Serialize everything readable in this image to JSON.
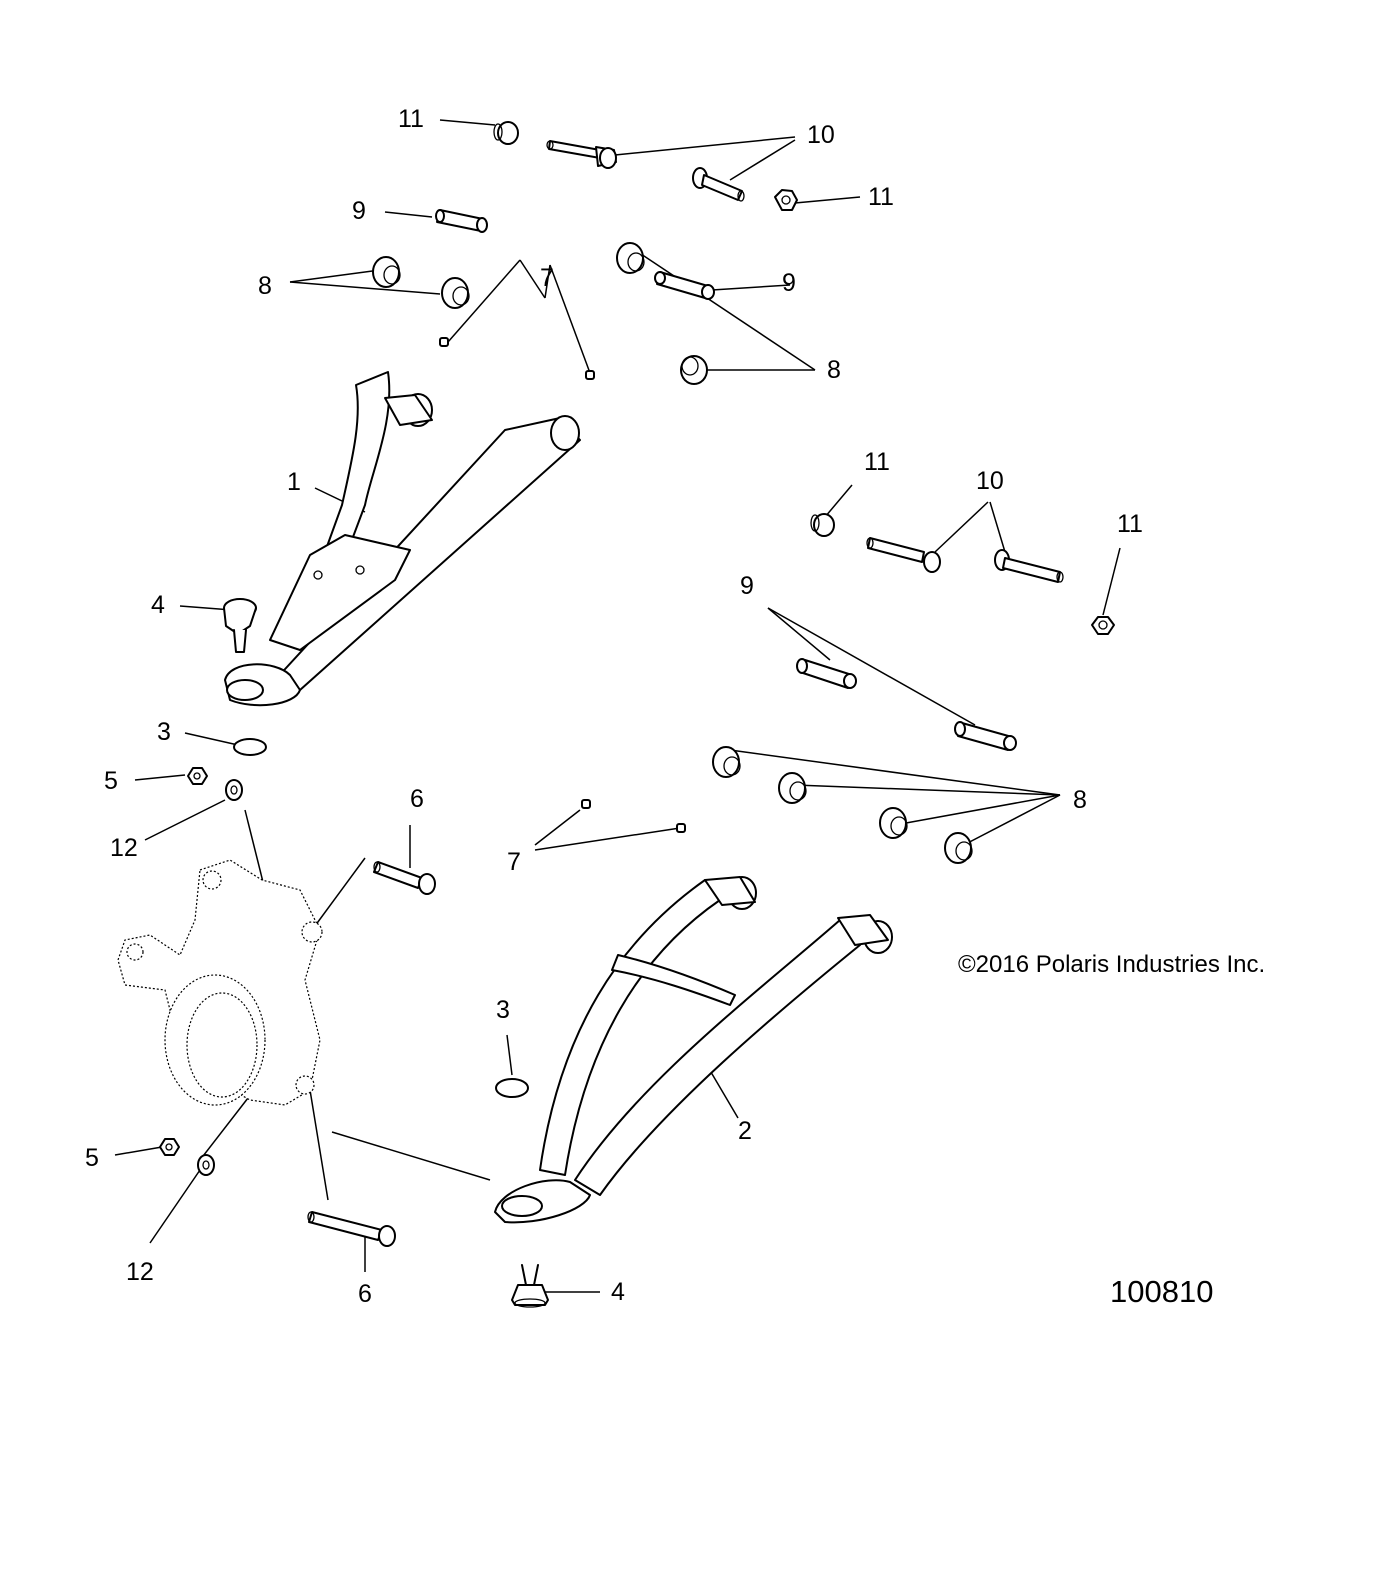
{
  "diagram": {
    "copyright": "©2016 Polaris Industries Inc.",
    "figure_number": "100810",
    "callouts": [
      {
        "id": "c11a",
        "label": "11"
      },
      {
        "id": "c10a",
        "label": "10"
      },
      {
        "id": "c11b",
        "label": "11"
      },
      {
        "id": "c9a",
        "label": "9"
      },
      {
        "id": "c8a",
        "label": "8"
      },
      {
        "id": "c7a",
        "label": "7"
      },
      {
        "id": "c9b",
        "label": "9"
      },
      {
        "id": "c8b",
        "label": "8"
      },
      {
        "id": "c1",
        "label": "1"
      },
      {
        "id": "c11c",
        "label": "11"
      },
      {
        "id": "c10b",
        "label": "10"
      },
      {
        "id": "c11d",
        "label": "11"
      },
      {
        "id": "c4a",
        "label": "4"
      },
      {
        "id": "c9c",
        "label": "9"
      },
      {
        "id": "c3a",
        "label": "3"
      },
      {
        "id": "c5a",
        "label": "5"
      },
      {
        "id": "c6a",
        "label": "6"
      },
      {
        "id": "c8c",
        "label": "8"
      },
      {
        "id": "c12a",
        "label": "12"
      },
      {
        "id": "c7b",
        "label": "7"
      },
      {
        "id": "c3b",
        "label": "3"
      },
      {
        "id": "c2",
        "label": "2"
      },
      {
        "id": "c5b",
        "label": "5"
      },
      {
        "id": "c12b",
        "label": "12"
      },
      {
        "id": "c6b",
        "label": "6"
      },
      {
        "id": "c4b",
        "label": "4"
      }
    ]
  }
}
